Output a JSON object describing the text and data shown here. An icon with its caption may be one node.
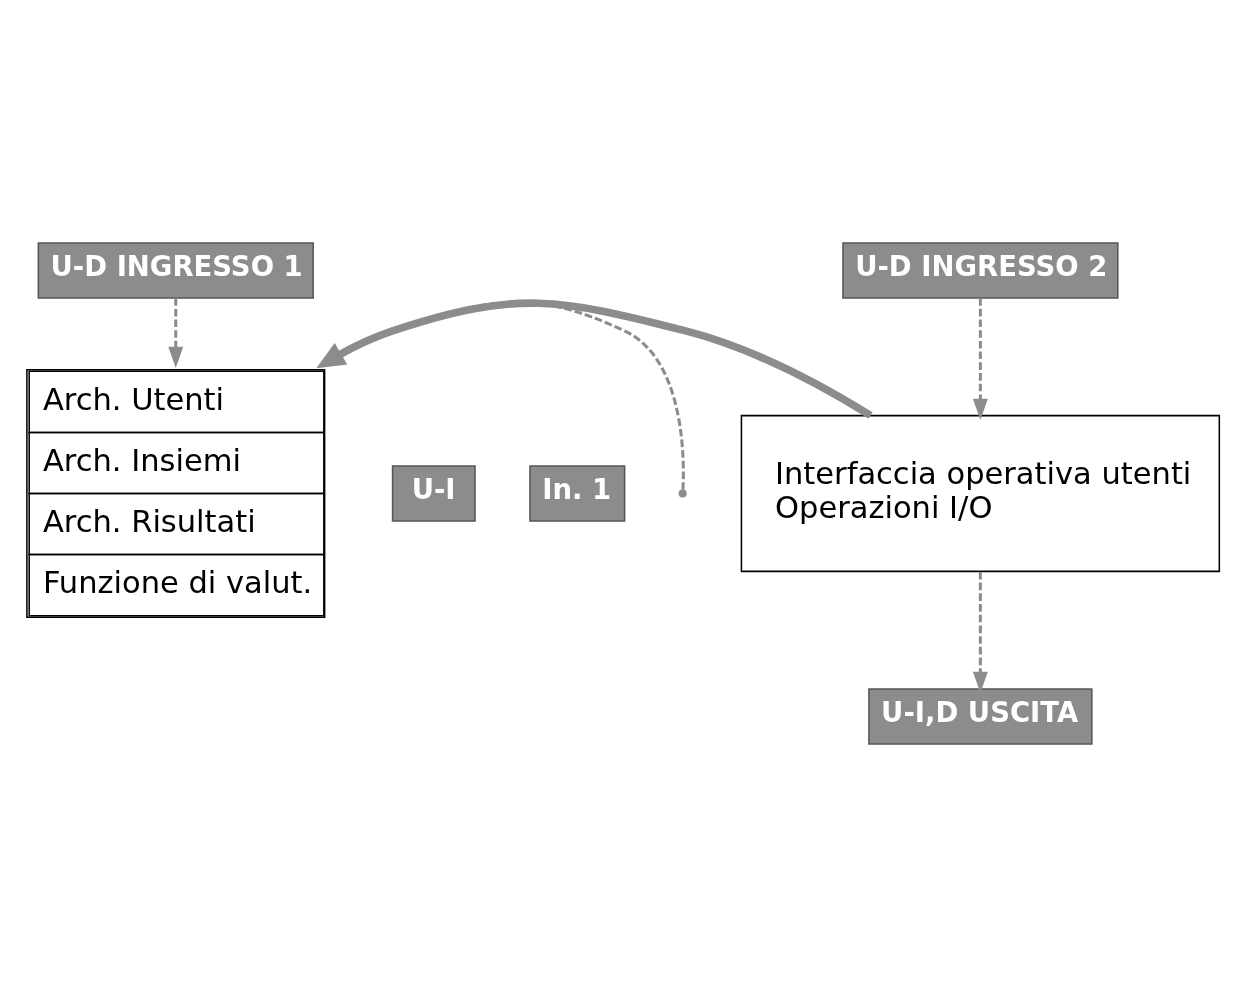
{
  "diagram": {
    "nodes": [
      {
        "text": [
          "U-D INGRESSO 1"
        ]
      },
      {
        "text": [
          "Arch. Utenti",
          "Arch. Insiemi",
          "Arch. Risultati",
          "Funzione di valut."
        ]
      },
      {
        "text": [
          "U-D INGRESSO 2"
        ]
      },
      {
        "text": [
          "Interfaccia operativa utenti",
          "Operazioni I/O"
        ]
      },
      {
        "text": [
          "U-I"
        ]
      },
      {
        "text": [
          "In. 1"
        ]
      },
      {
        "text": [
          "U-I,D USCITA"
        ]
      }
    ],
    "edges": [
      {
        "from": 0,
        "to": 1,
        "arrow": "to",
        "style": "dashed"
      },
      {
        "from": 2,
        "to": 3,
        "arrow": "to",
        "style": "dashed"
      },
      {
        "from": null,
        "to": 1,
        "arrow": "to",
        "style": "dashed"
      },
      {
        "from": 3,
        "to": 1,
        "arrow": "to",
        "style": "thick"
      },
      {
        "from": 3,
        "to": 6,
        "arrow": "to",
        "style": "dashed"
      }
    ]
  }
}
